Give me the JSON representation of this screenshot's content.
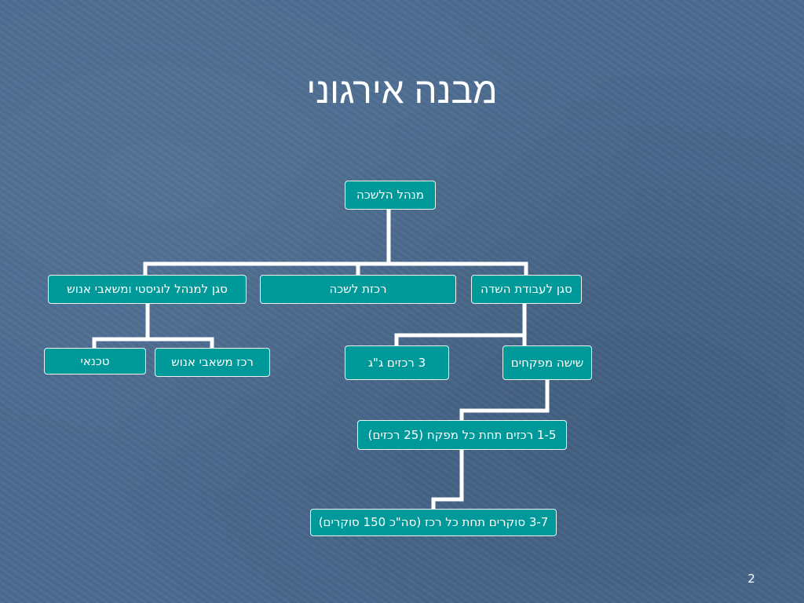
{
  "slide": {
    "title": "מבנה אירגוני",
    "page_number": "2"
  },
  "colors": {
    "background": "#4a6a8f",
    "node_fill": "#009999",
    "node_border": "#e8f4f4",
    "connector": "#ffffff"
  },
  "nodes": {
    "office_manager": "מנהל הלשכה",
    "office_secretary": "רכזת לשכה",
    "deputy_field": "סגן לעבודת השדה",
    "deputy_logistics_hr": "סגן למנהל לוגיסטי ומשאבי אנוש",
    "technician": "טכנאי",
    "hr_coordinator": "רכז משאבי אנוש",
    "gis_coordinators": "3 רכזים ג\"ג",
    "six_supervisors": "שישה מפקחים",
    "coordinators_per_supervisor": "1-5 רכזים תחת כל מפקח (25 רכזים)",
    "surveyors_per_coordinator": "3-7 סוקרים תחת כל רכז (סה\"כ 150 סוקרים)"
  }
}
